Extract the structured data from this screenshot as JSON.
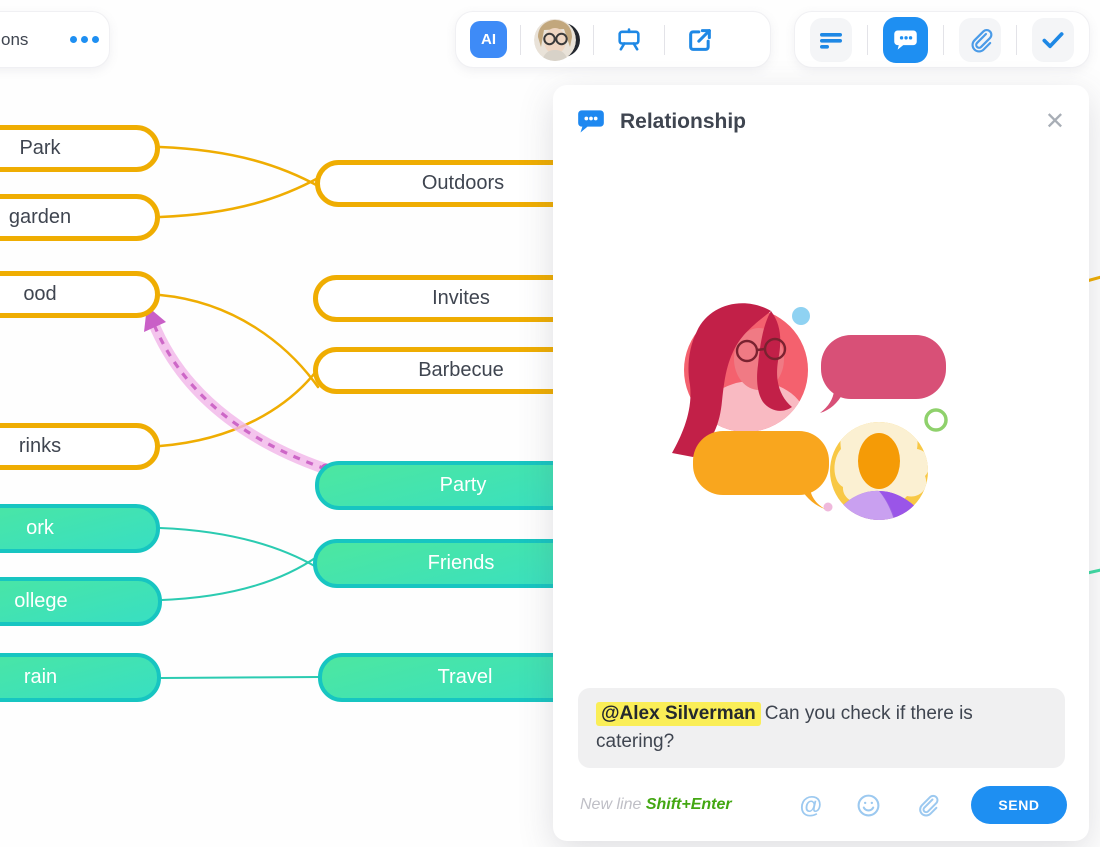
{
  "toolbar_left": {
    "tab_fragment": "ons"
  },
  "toolbar": {
    "ai_label": "AI"
  },
  "chat_panel": {
    "title": "Relationship",
    "message": {
      "mention": "@Alex Silverman",
      "text": "Can you check if there is catering?"
    },
    "hint": {
      "prefix": "New line",
      "shortcut": "Shift+Enter"
    },
    "send_label": "SEND"
  },
  "mindmap": {
    "nodes": [
      {
        "label": "Park",
        "branch": "yellow"
      },
      {
        "label": "garden",
        "branch": "yellow"
      },
      {
        "label": "ood",
        "branch": "yellow"
      },
      {
        "label": "rinks",
        "branch": "yellow"
      },
      {
        "label": "ork",
        "branch": "green"
      },
      {
        "label": "ollege",
        "branch": "green"
      },
      {
        "label": "rain",
        "branch": "green"
      },
      {
        "label": "Outdoors",
        "branch": "yellow"
      },
      {
        "label": "Invites",
        "branch": "yellow"
      },
      {
        "label": "Barbecue",
        "branch": "yellow"
      },
      {
        "label": "Party",
        "branch": "green"
      },
      {
        "label": "Friends",
        "branch": "green"
      },
      {
        "label": "Travel",
        "branch": "green"
      }
    ],
    "relationship_arrow": {
      "from": "Party",
      "to": "Food"
    }
  },
  "colors": {
    "accent_blue": "#1e8ff2",
    "branch_yellow": "#efad02",
    "branch_teal_border": "#17c5c1",
    "branch_green_gradient": [
      "#4de7a0",
      "#38dfc2"
    ],
    "relationship_pink": "#cd67c7",
    "mention_highlight": "#faee57",
    "shortcut_green": "#43a712",
    "footer_icon_blue": "#9cc9f0"
  }
}
